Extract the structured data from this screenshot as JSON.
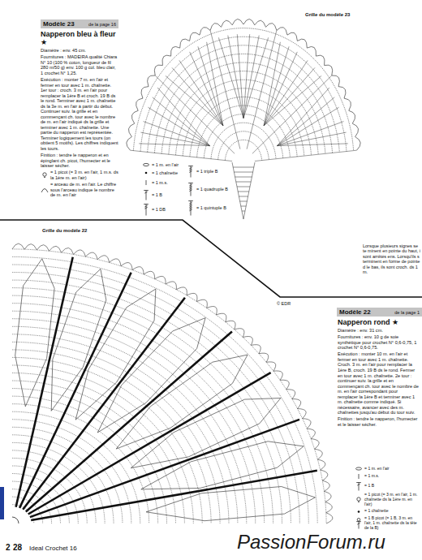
{
  "diagram": {
    "nodes": [
      {
        "text": [
          "Modèle 23",
          "de la page 16"
        ]
      },
      {
        "text": [
          "Modèle 22",
          "de la page 1"
        ]
      }
    ],
    "labels": [
      "Napperon bleu à fleur ★",
      "Diamètre : env. 45 cm.",
      "Fournitures : MADEIRA qualité Chiara N° 10 (100 % coton, longueur de fil 280 m/50 g) env. 100 g col. bleu clair, 1 crochet N° 1,25.",
      "Exécution : monter 7 m. en l'air et fermer en tour avec 1 m. chaînette. 1er tour : croch. 3 m. en l'air pour remplacer la 1ère B et croch. 19 B ds le rond. Terminer avec 1 m. chaînette ds la 3e m. en l'air à partir du début. Continuer suiv. la grille et en commençant ch. tour avec le nombre de m. en l'air indiqué ds la grille et terminer avec 1 m. chaînette. Une partie du napperon est représentée. Terminer logiquement les tours (on obtient 5 motifs). Les chiffres indiquent les tours.",
      "Finition : tendre le napperon et en épinglant ch. picot, l'humecter et le laisser sécher.",
      "Grille du modèle 23",
      "Lorsque plusieurs signes se te minent en pointe du haut, i sont arrêtés ens. Lorsqu'ils s terminent en forme de pointe d le bas, ils sont croch. ds 1 m.",
      "Grille du modèle 22",
      "© EDR",
      "Napperon rond ★",
      "Diamètre : env. 31 cm.",
      "Fournitures : env. 10 g de soie synthétique pour crochet N° 0,6-0,75, 1 crochet N° 0,6-0,75.",
      "Exécution : monter 10 m. en l'air et fermer en tour avec 1 m. chaînette. Croch. 3 m. en l'air pour remplacer la 1ère B, croch. 19 B ds le rond. Fermer en tour avec 1 m. chaînette. 2e tour : continuer suiv. la grille et en commençant ch. tour avec le nombre de m. en l'air correspondant pour remplacer la 1ère B et terminer avec 1 m. chaînette comme indiqué. Si nécessaire, avancer avec des m. chaînettes jusqu'au début du tour suiv.",
      "Finition : tendre le napperon, l'humecter et le laisser sécher.",
      "2",
      "28",
      "Ideal Crochet 16",
      "PassionForum.ru"
    ],
    "legend": [
      {
        "text": "= 1 picot (= 3 m. en l'air, 1 m.s. ds la 1ère m. en l'air)"
      },
      {
        "text": "= arceau de m. en l'air. Le chiffre sous l'arceau indique le nombre de m. en l'air"
      },
      {
        "text": "= 1 m. en l'air"
      },
      {
        "text": "= 1 chaînette"
      },
      {
        "text": "= 1 m.s."
      },
      {
        "text": "= 1 B"
      },
      {
        "text": "= 1 DB"
      },
      {
        "text": "= 1 triple B"
      },
      {
        "text": "= 1 quadruple B"
      },
      {
        "text": "= 1 quintuple B"
      },
      {
        "text": "= 1 m. en l'air"
      },
      {
        "text": "= 1 m.s."
      },
      {
        "text": "= 1 B"
      },
      {
        "text": "= 1 picot (= 3 m. en l'air, 1 m. chaînette ds la 1ère m. en l'air)"
      },
      {
        "text": "= 1 chaînette"
      },
      {
        "text": "= 1 B picot (= 1 B, 3 m. en l'air, 1 m. chaînette ds la tête de la B)"
      }
    ]
  }
}
